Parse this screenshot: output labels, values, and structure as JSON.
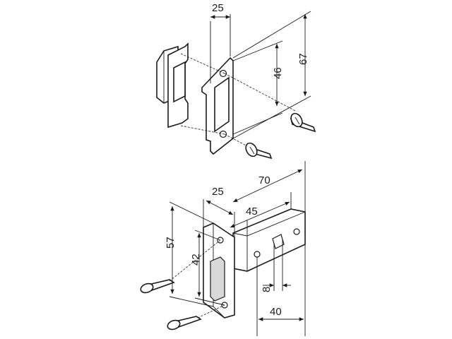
{
  "dimensions": {
    "strike_width": "25",
    "strike_height": "67",
    "strike_holes": "46",
    "latch_length": "70",
    "latch_faceplate": "25",
    "latch_body": "45",
    "latch_height": "57",
    "latch_holes": "42",
    "spindle": "8",
    "backset": "40"
  }
}
